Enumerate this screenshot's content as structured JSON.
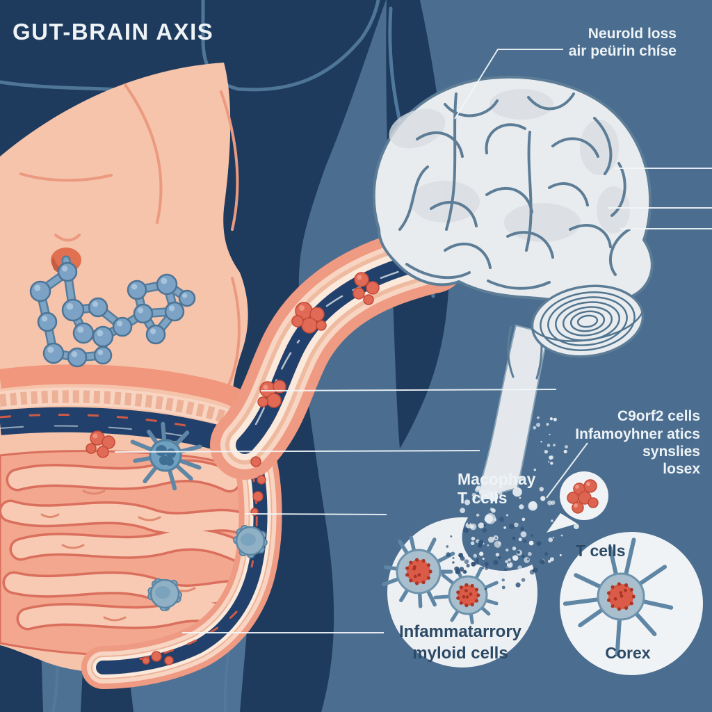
{
  "title": "GUT-BRAIN AXIS",
  "annotations": {
    "neuronal_label": {
      "line1": "Neurold loss",
      "line2": "air peürin chíse"
    },
    "c9orf_block": {
      "line1": "C9orf2 cells",
      "line2": "Infamoyhner atics",
      "line3": "synslies",
      "line4": "losex"
    },
    "macrophage_label": {
      "line1": "Macophay",
      "line2": "T cells"
    },
    "tcells_label": "T cells",
    "cortex_label": "Corex",
    "myeloid_label": {
      "line1": "Infammatarrory",
      "line2": "myloid cells"
    }
  },
  "figure_parts": [
    "brain-illustration",
    "cerebellum-illustration",
    "gut-intestine-illustration",
    "gut-brain-connection-tube",
    "molecule-ball-and-stick",
    "microglia-cell-red-core",
    "spiky-immune-cell",
    "red-metabolite-cluster",
    "dissolving-particles",
    "torso-silhouette"
  ],
  "colors": {
    "background_slate": "#4a6d90",
    "silhouette_navy": "#1e3a5c",
    "torso_peach": "#f6c3ab",
    "intestine_salmon": "#f3a78f",
    "intestine_fold": "#f8cab4",
    "gut_lumen_navy": "#21406b",
    "brain_gray": "#e9ecef",
    "brain_outline": "#5d7d97",
    "cell_body_blue": "#9db6c6",
    "cell_core_red": "#db5b48",
    "molecule_blue": "#7ca3c5",
    "label_white": "#eef3f6",
    "label_navy": "#2c4a66",
    "leader_line": "#f2f6f8"
  }
}
